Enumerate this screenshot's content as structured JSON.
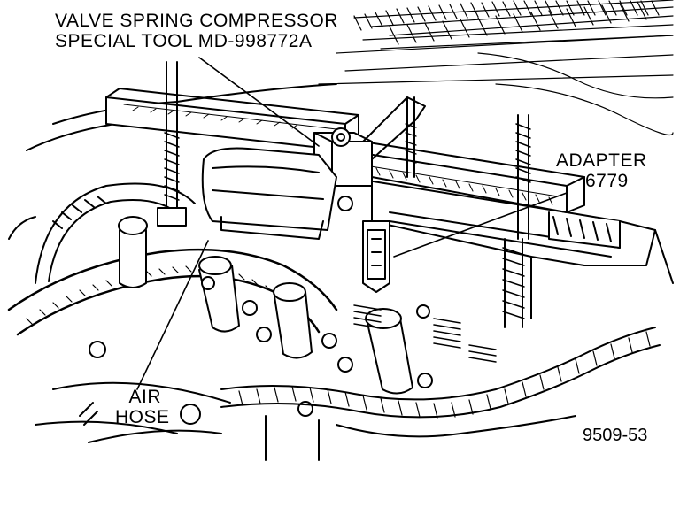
{
  "labels": {
    "tool_line1": "VALVE SPRING COMPRESSOR",
    "tool_line2": "SPECIAL TOOL MD-998772A",
    "adapter_line1": "ADAPTER",
    "adapter_line2": "6779",
    "air_line1": "AIR",
    "air_line2": "HOSE",
    "figure_number": "9509-53"
  },
  "colors": {
    "ink": "#000000",
    "paper": "#ffffff"
  }
}
